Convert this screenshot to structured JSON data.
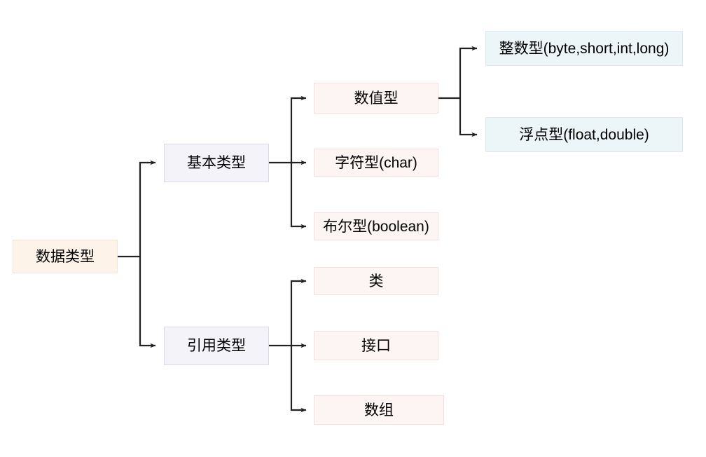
{
  "diagram": {
    "type": "tree",
    "title": "数据类型",
    "orientation": "left-to-right",
    "colors": {
      "root_fill": "#fdf3e9",
      "root_border": "#f6e5d2",
      "branch_fill": "#f3f3f9",
      "branch_border": "#dadae6",
      "leaf_pink_fill": "#fdf5f4",
      "leaf_pink_border": "#f6e0de",
      "leaf_blue_fill": "#ecf5f7",
      "leaf_blue_border": "#dbe9ec",
      "edge": "#333333",
      "text": "#000000"
    },
    "nodes": {
      "root": {
        "label": "数据类型"
      },
      "primitive": {
        "label": "基本类型"
      },
      "reference": {
        "label": "引用类型"
      },
      "numeric": {
        "label": "数值型"
      },
      "char": {
        "label": "字符型(char)"
      },
      "boolean": {
        "label": "布尔型(boolean)"
      },
      "integer": {
        "label": "整数型(byte,short,int,long)"
      },
      "float": {
        "label": "浮点型(float,double)"
      },
      "class": {
        "label": "类"
      },
      "interface": {
        "label": "接口"
      },
      "array": {
        "label": "数组"
      }
    },
    "edges": [
      {
        "from": "root",
        "to": "primitive"
      },
      {
        "from": "root",
        "to": "reference"
      },
      {
        "from": "primitive",
        "to": "numeric"
      },
      {
        "from": "primitive",
        "to": "char"
      },
      {
        "from": "primitive",
        "to": "boolean"
      },
      {
        "from": "numeric",
        "to": "integer"
      },
      {
        "from": "numeric",
        "to": "float"
      },
      {
        "from": "reference",
        "to": "class"
      },
      {
        "from": "reference",
        "to": "interface"
      },
      {
        "from": "reference",
        "to": "array"
      }
    ]
  }
}
